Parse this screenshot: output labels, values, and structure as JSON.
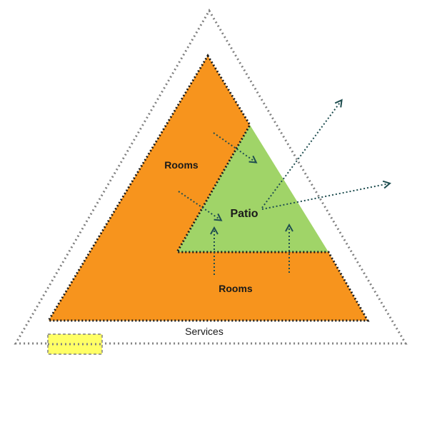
{
  "labels": {
    "rooms_upper": "Rooms",
    "rooms_lower": "Rooms",
    "patio": "Patio",
    "services": "Services"
  },
  "colors": {
    "rooms_fill": "#f7941d",
    "patio_fill": "#a0d468",
    "services_fill": "#ffff66",
    "outline": "#808080",
    "inner_outline": "#1a1a1a",
    "arrow": "#1f4e50"
  }
}
